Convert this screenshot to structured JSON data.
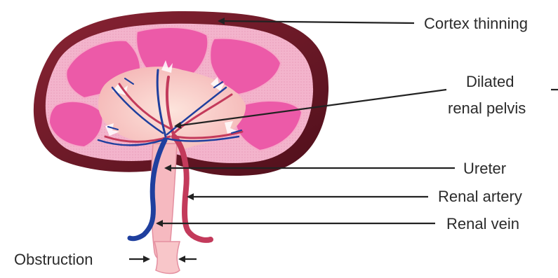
{
  "labels": {
    "cortex": "Cortex thinning",
    "pelvis_line1": "Dilated",
    "pelvis_line2": "renal pelvis",
    "ureter": "Ureter",
    "artery": "Renal artery",
    "vein": "Renal vein",
    "obstruction": "Obstruction"
  },
  "colors": {
    "capsule": "#6e1a28",
    "cortex": "#f4b8cf",
    "medulla": "#ec5ba9",
    "pelvis": "#f7c6c4",
    "vein": "#1f3f9e",
    "artery": "#c23a5a",
    "leader_line": "#222222"
  }
}
